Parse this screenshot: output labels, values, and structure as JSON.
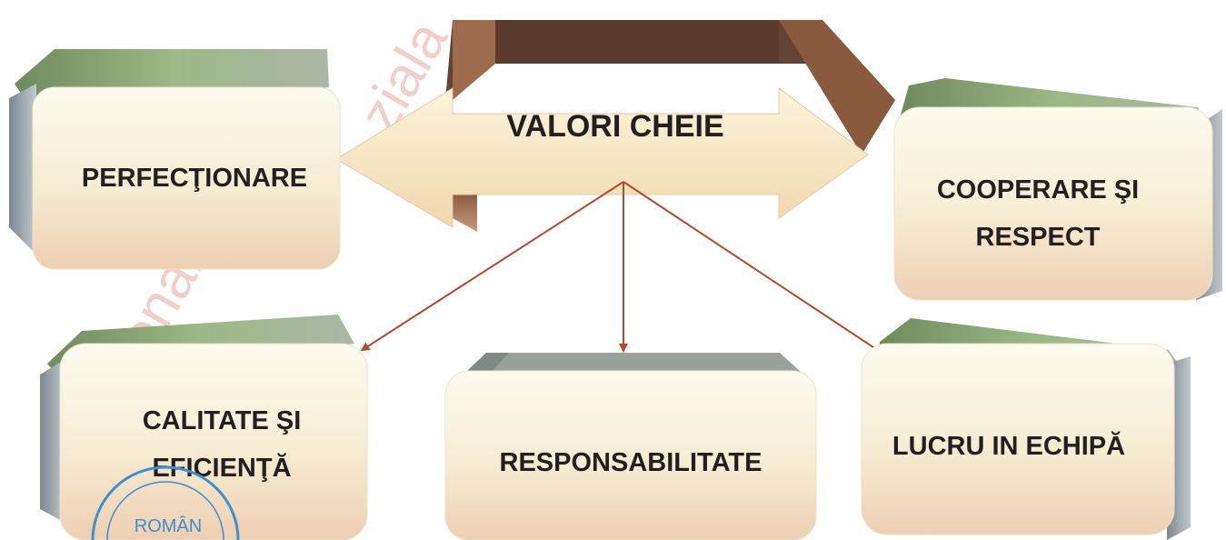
{
  "diagram": {
    "center_label": "VALORI CHEIE",
    "boxes": {
      "perfectionare": "PERFECŢIONARE",
      "cooperare": [
        "COOPERARE ŞI",
        "RESPECT"
      ],
      "calitate": [
        "CALITATE ŞI",
        "EFICIENŢĂ"
      ],
      "responsabilitate": "RESPONSABILITATE",
      "lucru": "LUCRU IN ECHIPĂ"
    }
  },
  "stamp": {
    "text": "ROMÂN"
  },
  "colors": {
    "box_top": "#8fae7c",
    "box_side": "#8c9aa6",
    "box_face_light": "#fbf9e8",
    "box_face_warm": "#f1d2b6",
    "arrow_face": "#f6e7c6",
    "arrow_dark": "#5a3a2c",
    "arrow_side": "#9e6b4d",
    "connector": "#b04a33",
    "stamp": "#3f8fd0"
  }
}
